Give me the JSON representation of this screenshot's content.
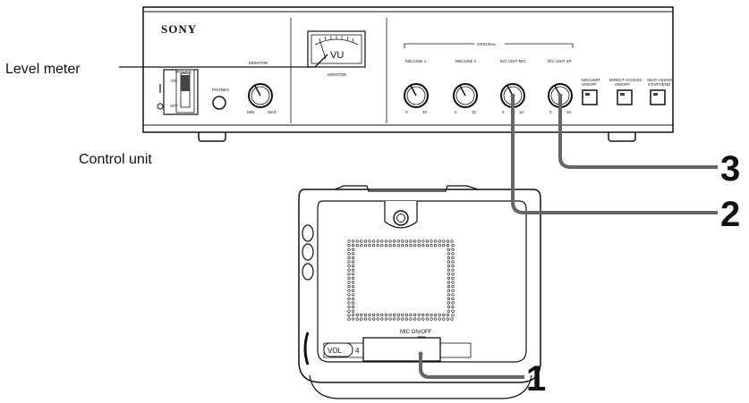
{
  "control_unit": {
    "brand": "SONY",
    "monitor_label": "MONITOR",
    "meter_label": "VU",
    "meter_caption": "MONITOR",
    "power_label": "POWER",
    "on_label": "ON",
    "off_label": "OFF",
    "phones_label": "PHONES",
    "monitor_min": "MIN",
    "monitor_max": "MAX",
    "original_label": "ORIGINAL",
    "channels": [
      "MIC/LINE 1",
      "MIC/LINE 2",
      "D/C UNIT MIC",
      "D/C UNIT SP"
    ],
    "scale_min": "0",
    "scale_max": "10",
    "buttons": [
      {
        "line1": "MIC/LIMIT",
        "line2": "ON/OFF"
      },
      {
        "line1": "DIRECT ACCESS",
        "line2": "ON/OFF"
      },
      {
        "line1": "SEAT ASSIGN",
        "line2": "START/END"
      }
    ]
  },
  "mic_unit": {
    "mic_label": "MIC ON/OFF",
    "vol_label": "VOL",
    "vol_value": "4"
  },
  "labels": {
    "level_meter": "Level meter",
    "control_unit": "Control unit"
  },
  "callouts": [
    "1",
    "2",
    "3"
  ]
}
